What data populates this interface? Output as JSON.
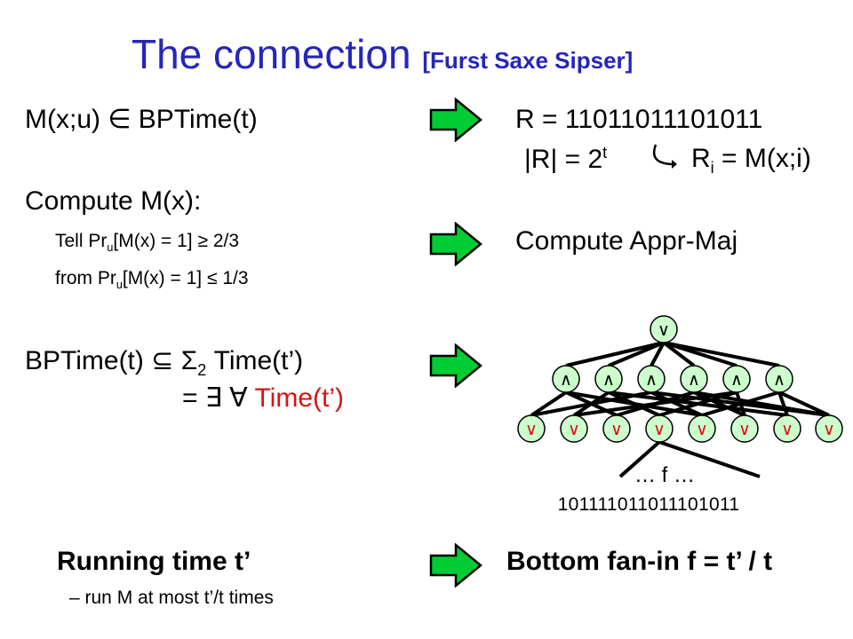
{
  "title": {
    "main": "The connection",
    "reference": "[Furst Saxe Sipser]"
  },
  "colors": {
    "title": "#2626b8",
    "accent": "#d31414",
    "arrow_fill": "#00cc33",
    "gate_fill": "#ccffcc"
  },
  "row1": {
    "left": "M(x;u) ∈ BPTime(t)",
    "right": "R = 11011011101011",
    "size_prefix": "|R| = 2",
    "size_exp": "t",
    "ri_R": "R",
    "ri_sub": "i",
    "ri_rest": " = M(x;i)"
  },
  "row2": {
    "heading": "Compute M(x):",
    "line1_a": "Tell Pr",
    "line1_sub": "u",
    "line1_b": "[M(x) = 1] ≥ 2/3",
    "line2_a": "from Pr",
    "line2_sub": "u",
    "line2_b": "[M(x) = 1] ≤ 1/3",
    "right": "Compute Appr-Maj"
  },
  "row3": {
    "line1_a": "BPTime(t) ⊆ Σ",
    "line1_sub": "2",
    "line1_b": " Time(t’)",
    "line2_a": "= ∃ ∀ ",
    "line2_b": "Time(t’)"
  },
  "circuit": {
    "top_gate": "∨",
    "middle_gates": [
      "∧",
      "∧",
      "∧",
      "∧",
      "∧",
      "∧"
    ],
    "bottom_gates": [
      "∨",
      "∨",
      "∨",
      "∨",
      "∨",
      "∨",
      "∨",
      "∨"
    ],
    "fan_in_label": "… f …",
    "input_bits": "101111011011101011"
  },
  "row4": {
    "left": "Running time t’",
    "left_sub": "– run M at most t’/t times",
    "right": "Bottom fan-in f = t’ / t"
  }
}
